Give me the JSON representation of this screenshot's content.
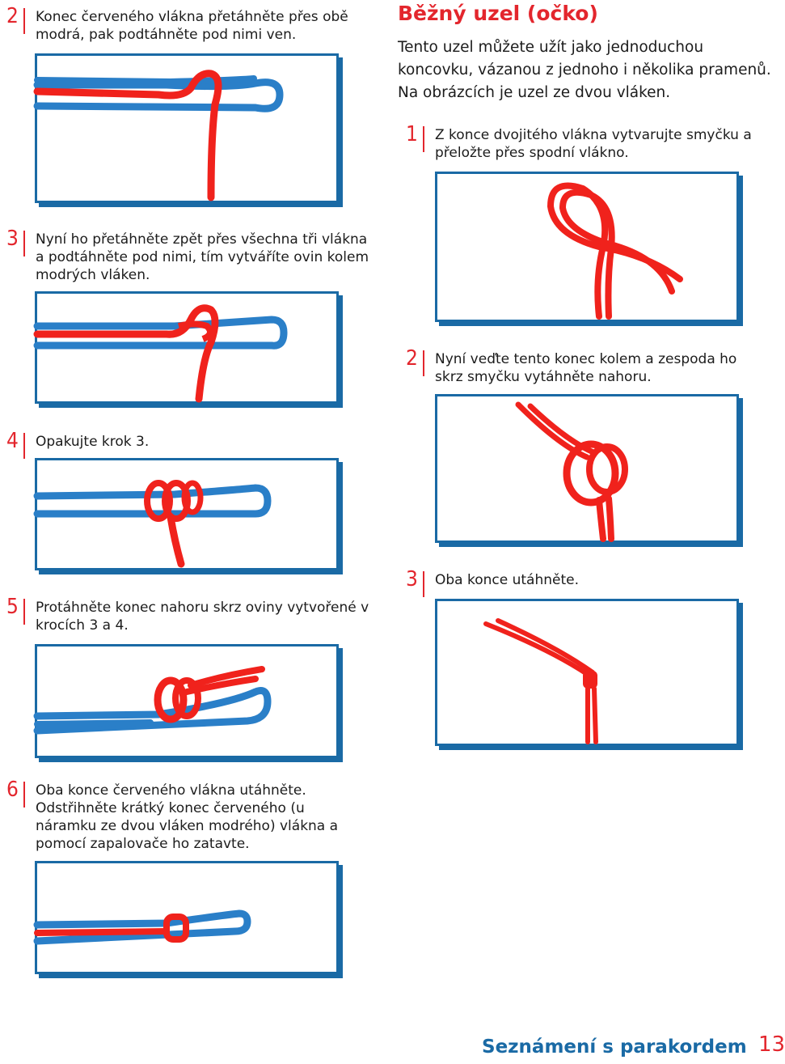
{
  "header": {
    "title": "Běžný uzel (očko)",
    "intro": "Tento uzel můžete užít jako jednoduchou koncovku, vázanou z jednoho i několika pramenů. Na obrázcích je uzel ze dvou vláken."
  },
  "left_steps": [
    {
      "num": "2",
      "text": "Konec červeného vlákna přetáhněte přes obě modrá, pak podtáhněte pod nimi ven.",
      "image": "knot-photo-left-2"
    },
    {
      "num": "3",
      "text": "Nyní ho přetáhněte zpět přes všechna tři vlákna a podtáhněte pod nimi, tím vytváříte ovin kolem modrých vláken.",
      "image": "knot-photo-left-3"
    },
    {
      "num": "4",
      "text": "Opakujte krok 3.",
      "image": "knot-photo-left-4"
    },
    {
      "num": "5",
      "text": "Protáhněte konec nahoru skrz oviny vytvořené v krocích 3 a 4.",
      "image": "knot-photo-left-5"
    },
    {
      "num": "6",
      "text": "Oba konce červeného vlákna utáhněte. Odstřihněte krátký konec červeného (u náramku ze dvou vláken modrého) vlákna a pomocí zapalovače ho zatavte.",
      "image": "knot-photo-left-6"
    }
  ],
  "right_steps": [
    {
      "num": "1",
      "text": "Z konce dvojitého vlákna vytvarujte smyčku a přeložte přes spodní vlákno.",
      "image": "knot-photo-right-1"
    },
    {
      "num": "2",
      "text": "Nyní veďte tento konec kolem a zespoda ho skrz smyčku vytáhněte nahoru.",
      "image": "knot-photo-right-2"
    },
    {
      "num": "3",
      "text": "Oba konce utáhněte.",
      "image": "knot-photo-right-3"
    }
  ],
  "footer": {
    "title": "Seznámení s parakordem",
    "page_number": "13"
  },
  "colors": {
    "accent_red": "#e3262d",
    "frame_blue": "#1a6aa5",
    "cord_red": "#f0221c",
    "cord_blue": "#2a7fc8"
  }
}
